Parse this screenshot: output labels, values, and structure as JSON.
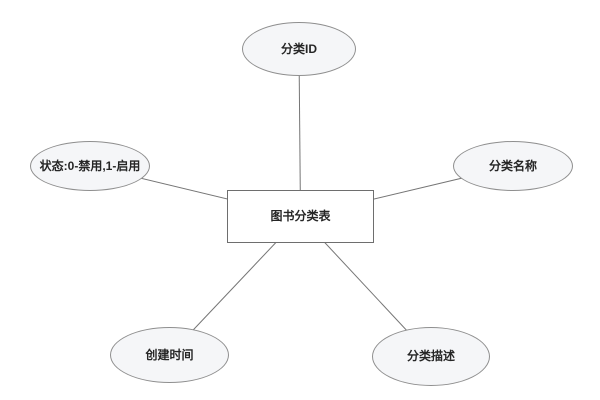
{
  "diagram": {
    "type": "er-attribute-diagram",
    "entity": {
      "label": "图书分类表"
    },
    "attributes": [
      {
        "label": "分类ID",
        "position": "top"
      },
      {
        "label": "状态:0-禁用,1-启用",
        "position": "left"
      },
      {
        "label": "分类名称",
        "position": "right"
      },
      {
        "label": "创建时间",
        "position": "bottom-left"
      },
      {
        "label": "分类描述",
        "position": "bottom-right"
      }
    ],
    "colors": {
      "background": "#ffffff",
      "attribute_fill": "#f5f6f8",
      "attribute_stroke": "#8f8f8f",
      "entity_fill": "#ffffff",
      "entity_stroke": "#6e6e6e",
      "connector": "#757575",
      "text": "#262626"
    }
  }
}
